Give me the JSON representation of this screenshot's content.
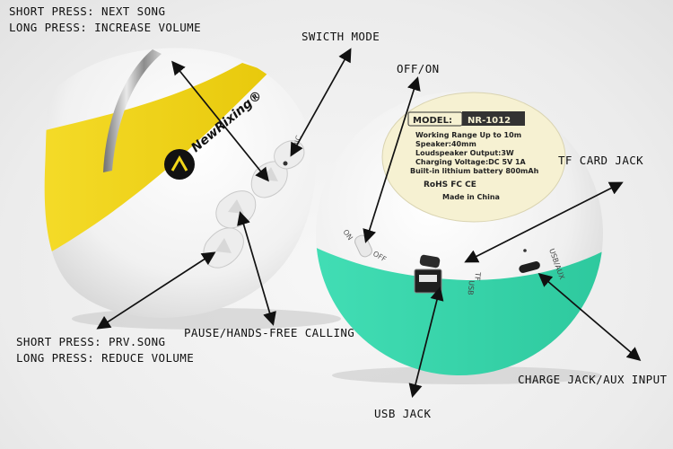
{
  "labels": {
    "next_song": [
      "SHORT PRESS: NEXT SONG",
      "LONG PRESS: INCREASE VOLUME"
    ],
    "switch_mode": "SWICTH MODE",
    "off_on": "OFF/ON",
    "tf_card_jack": "TF CARD JACK",
    "prev_song": [
      "SHORT PRESS: PRV.SONG",
      "LONG PRESS: REDUCE VOLUME"
    ],
    "pause": "PAUSE/HANDS-FREE CALLING",
    "charge_aux": "CHARGE JACK/AUX INPUT",
    "usb_jack": "USB JACK"
  },
  "product": {
    "brand": "NewRixing®",
    "mic": "MIC",
    "switch_on": "ON",
    "switch_off": "OFF",
    "port_usb": "USB",
    "port_tf": "TF",
    "port_usb_aux": "USB/AUX"
  },
  "sticker": {
    "model_label": "MODEL:",
    "model_value": "NR-1012",
    "specs": [
      "Working Range Up to 10m",
      "Speaker:40mm",
      "Loudspeaker Output:3W",
      "Charging Voltage:DC 5V 1A",
      "Built-in lithium battery 800mAh"
    ],
    "certs": "RoHS FC CE",
    "made_in": "Made in China"
  },
  "colors": {
    "yellow_band": "#f2d71a",
    "teal_band": "#3ddbb0",
    "shell": "#f4f4f4",
    "arrow": "#111111"
  }
}
